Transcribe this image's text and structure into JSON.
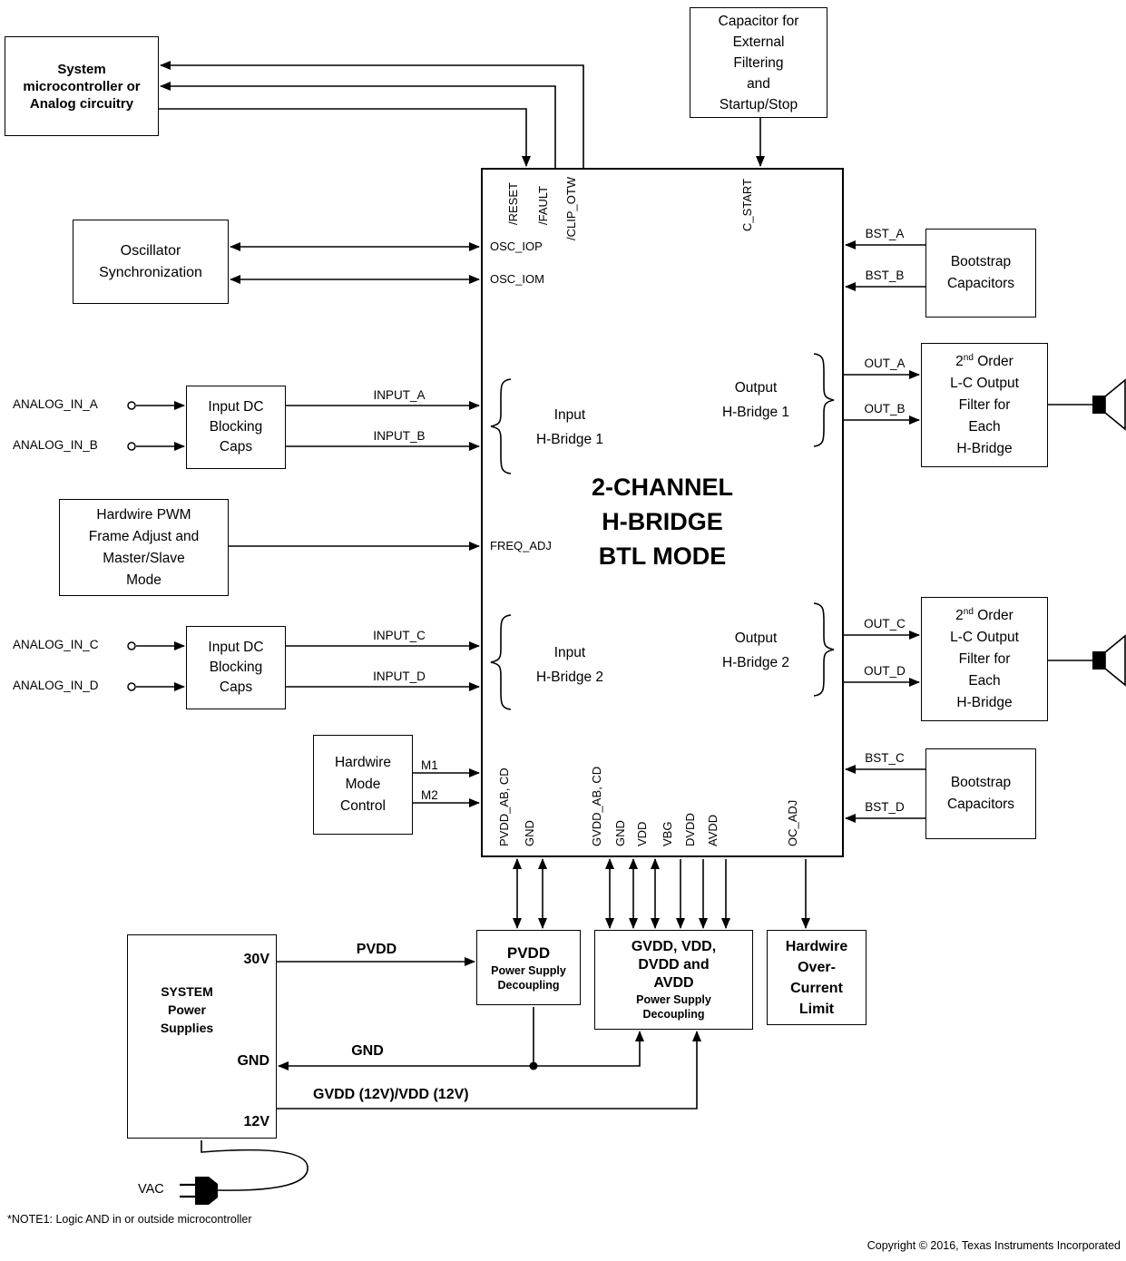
{
  "chip": {
    "title": [
      "2-CHANNEL",
      "H-BRIDGE",
      "BTL MODE"
    ],
    "pins": {
      "reset": "/RESET",
      "fault": "/FAULT",
      "clip_otw": "/CLIP_OTW",
      "c_start": "C_START",
      "osc_iop": "OSC_IOP",
      "osc_iom": "OSC_IOM",
      "freq_adj": "FREQ_ADJ",
      "pvdd_ab_cd": "PVDD_AB, CD",
      "gnd": "GND",
      "gvdd_ab_cd": "GVDD_AB, CD",
      "vdd": "VDD",
      "vbg": "VBG",
      "dvdd": "DVDD",
      "avdd": "AVDD",
      "oc_adj": "OC_ADJ"
    },
    "groups": {
      "input1": [
        "Input",
        "H-Bridge 1"
      ],
      "input2": [
        "Input",
        "H-Bridge 2"
      ],
      "output1": [
        "Output",
        "H-Bridge 1"
      ],
      "output2": [
        "Output",
        "H-Bridge 2"
      ]
    }
  },
  "boxes": {
    "microcontroller": [
      "System",
      "microcontroller or",
      "Analog circuitry"
    ],
    "capacitor_external": [
      "Capacitor for",
      "External",
      "Filtering",
      "and",
      "Startup/Stop"
    ],
    "oscillator": [
      "Oscillator",
      "Synchronization"
    ],
    "input_dc_caps": [
      "Input DC",
      "Blocking",
      "Caps"
    ],
    "hardwire_pwm": [
      "Hardwire PWM",
      "Frame Adjust and",
      "Master/Slave",
      "Mode"
    ],
    "hardwire_mode": [
      "Hardwire",
      "Mode",
      "Control"
    ],
    "bootstrap_caps": [
      "Bootstrap",
      "Capacitors"
    ],
    "lc_filter": {
      "base": "2",
      "sup": "nd",
      "rest": " Order",
      "lines": [
        "L-C Output",
        "Filter for",
        "Each",
        "H-Bridge"
      ]
    },
    "system_power": {
      "title": [
        "SYSTEM",
        "Power",
        "Supplies"
      ],
      "rails": {
        "v30": "30V",
        "gnd": "GND",
        "v12": "12V"
      }
    },
    "pvdd_decoupling": {
      "title": "PVDD",
      "sub": [
        "Power Supply",
        "Decoupling"
      ]
    },
    "gvdd_decoupling": {
      "title": [
        "GVDD, VDD,",
        "DVDD and",
        "AVDD"
      ],
      "sub": [
        "Power Supply",
        "Decoupling"
      ]
    },
    "oc_limit": [
      "Hardwire",
      "Over-",
      "Current",
      "Limit"
    ]
  },
  "signals": {
    "analog_in_a": "ANALOG_IN_A",
    "analog_in_b": "ANALOG_IN_B",
    "analog_in_c": "ANALOG_IN_C",
    "analog_in_d": "ANALOG_IN_D",
    "input_a": "INPUT_A",
    "input_b": "INPUT_B",
    "input_c": "INPUT_C",
    "input_d": "INPUT_D",
    "m1": "M1",
    "m2": "M2",
    "bst_a": "BST_A",
    "bst_b": "BST_B",
    "bst_c": "BST_C",
    "bst_d": "BST_D",
    "out_a": "OUT_A",
    "out_b": "OUT_B",
    "out_c": "OUT_C",
    "out_d": "OUT_D",
    "pvdd_rail": "PVDD",
    "gnd_rail": "GND",
    "gvdd_vdd_rail": "GVDD (12V)/VDD (12V)",
    "vac": "VAC"
  },
  "footer": {
    "note": "*NOTE1: Logic AND in or outside microcontroller",
    "copyright": "Copyright © 2016, Texas Instruments Incorporated"
  }
}
